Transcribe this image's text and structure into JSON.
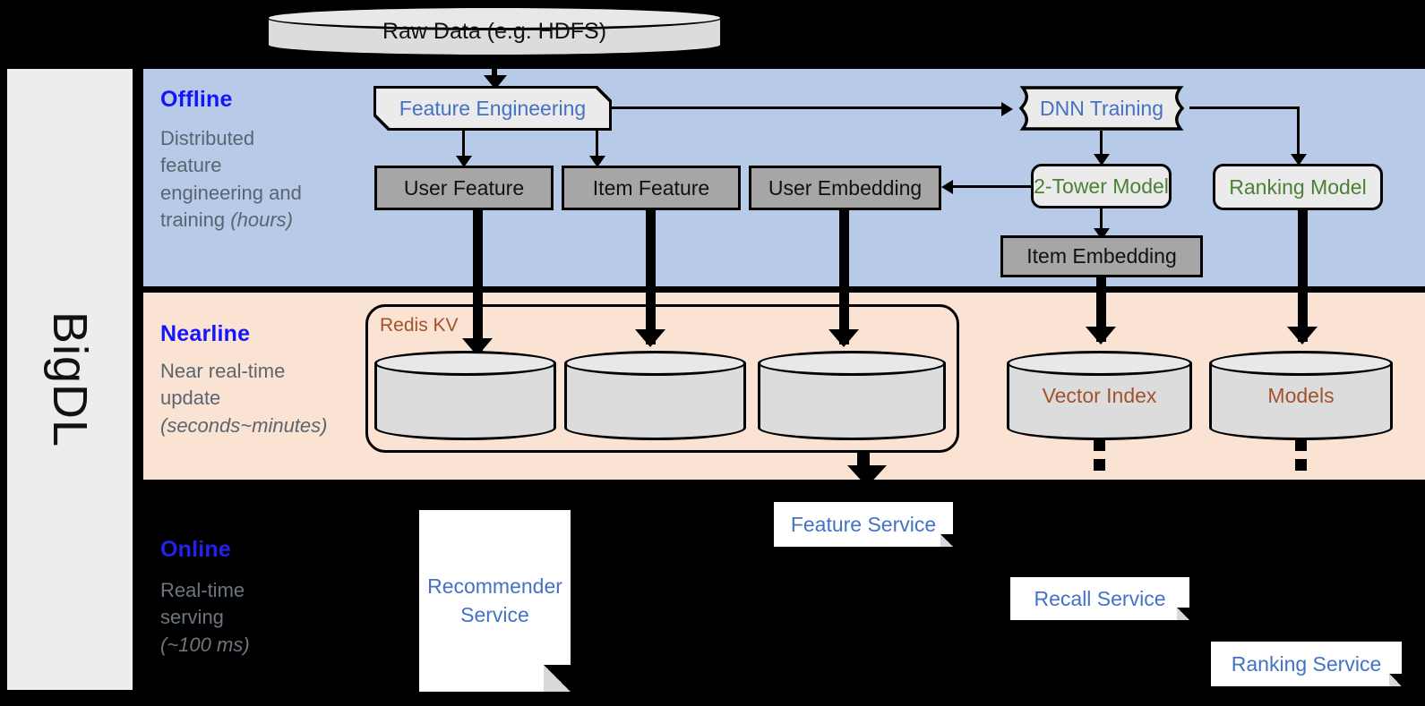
{
  "rail": {
    "label": "BigDL"
  },
  "stages": [
    {
      "key": "offline",
      "title": "Offline",
      "desc": "Distributed feature engineering and ",
      "desc_em": "training (hours)"
    },
    {
      "key": "nearline",
      "title": "Nearline",
      "desc": "Near real-time update ",
      "desc_em": "(seconds~minutes)"
    },
    {
      "key": "online",
      "title": "Online",
      "desc": "Real-time serving ",
      "desc_em": "(~100 ms)"
    }
  ],
  "offline_text": {
    "title": "Offline",
    "line1": "Distributed",
    "line2": "feature",
    "line3": "engineering and",
    "line4": "training ",
    "line4_em": "(hours)"
  },
  "nearline_text": {
    "title": "Nearline",
    "line1": "Near real-time",
    "line2": "update",
    "line3_em": "(seconds~minutes)"
  },
  "online_text": {
    "title": "Online",
    "line1": "Real-time",
    "line2": "serving",
    "line3_em": "(~100 ms)"
  },
  "nodes": {
    "raw_data": "Raw Data (e.g. HDFS)",
    "feature_engineering": "Feature Engineering",
    "dnn_training": "DNN Training",
    "user_feature": "User Feature",
    "item_feature": "Item Feature",
    "user_embedding": "User Embedding",
    "two_tower_model": "2-Tower Model",
    "ranking_model": "Ranking Model",
    "item_embedding": "Item Embedding",
    "redis_kv": "Redis KV",
    "vector_index": "Vector Index",
    "models": "Models",
    "feature_service": "Feature Service",
    "recommender_service_l1": "Recommender",
    "recommender_service_l2": "Service",
    "recall_service": "Recall Service",
    "ranking_service": "Ranking Service"
  },
  "colors": {
    "offline_band": "#b7cbe8",
    "nearline_band": "#fbe3d4",
    "online_band": "#000000",
    "rail": "#ededed",
    "stage_title": "#1414ff",
    "stage_desc": "#5a6570",
    "blue_text": "#4472c4",
    "green_text": "#4a8134",
    "brown_text": "#a1522a",
    "gray_box": "#a6a6a6",
    "light_box": "#ebebeb",
    "cylinder": "#dcdcdc"
  }
}
